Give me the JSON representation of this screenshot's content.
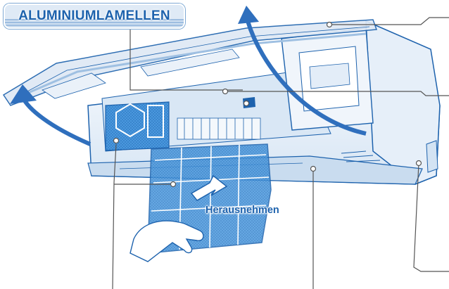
{
  "labels": {
    "aluminium_fins": "ALUMINIUMLAMELLEN",
    "remove": "Herausnehmen"
  },
  "colors": {
    "outline": "#1d62ad",
    "fill_light": "#e8f0f9",
    "fill_mid": "#c7dbef",
    "filter_blue": "#3f8fd6",
    "leader_line": "#555555"
  },
  "icons": [
    "curved-arrow-left",
    "curved-arrow-right",
    "removal-arrow",
    "hand"
  ]
}
